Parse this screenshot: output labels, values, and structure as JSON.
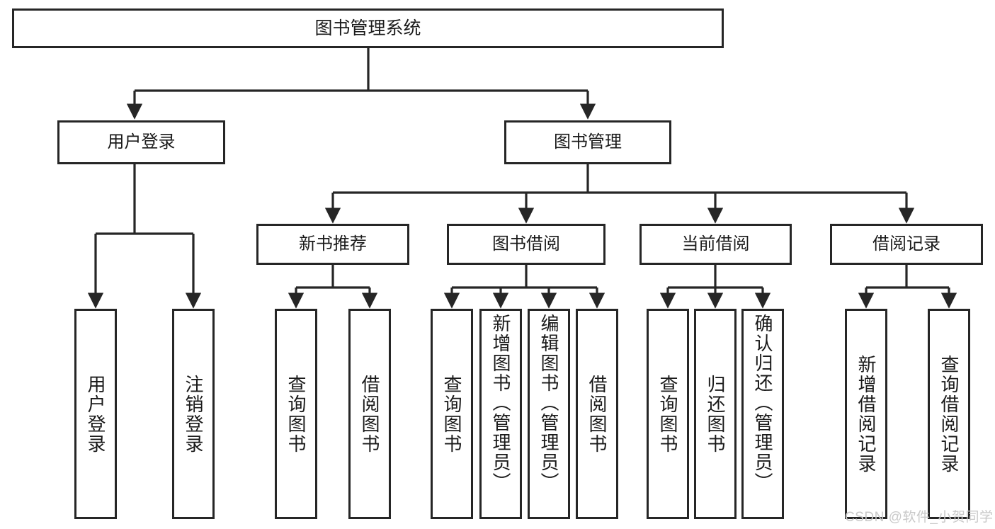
{
  "diagram": {
    "title": "图书管理系统",
    "type": "tree",
    "root": {
      "id": "root",
      "label": "图书管理系统"
    },
    "level1": [
      {
        "id": "user-login",
        "label": "用户登录"
      },
      {
        "id": "book-manage",
        "label": "图书管理"
      }
    ],
    "level2": [
      {
        "id": "new-book-rec",
        "label": "新书推荐",
        "parent": "book-manage"
      },
      {
        "id": "book-borrow",
        "label": "图书借阅",
        "parent": "book-manage"
      },
      {
        "id": "current-borrow",
        "label": "当前借阅",
        "parent": "book-manage"
      },
      {
        "id": "borrow-record",
        "label": "借阅记录",
        "parent": "book-manage"
      }
    ],
    "leaves": [
      {
        "id": "leaf-user-login",
        "label": "用户登录",
        "parent": "user-login"
      },
      {
        "id": "leaf-user-logout",
        "label": "注销登录",
        "parent": "user-login"
      },
      {
        "id": "leaf-rec-query-book",
        "label": "查询图书",
        "parent": "new-book-rec"
      },
      {
        "id": "leaf-rec-borrow-book",
        "label": "借阅图书",
        "parent": "new-book-rec"
      },
      {
        "id": "leaf-borrow-query-book",
        "label": "查询图书",
        "parent": "book-borrow"
      },
      {
        "id": "leaf-borrow-add-book",
        "label": "新增图书（管理员）",
        "parent": "book-borrow"
      },
      {
        "id": "leaf-borrow-edit-book",
        "label": "编辑图书（管理员）",
        "parent": "book-borrow"
      },
      {
        "id": "leaf-borrow-borrow-book",
        "label": "借阅图书",
        "parent": "book-borrow"
      },
      {
        "id": "leaf-current-query-book",
        "label": "查询图书",
        "parent": "current-borrow"
      },
      {
        "id": "leaf-current-return-book",
        "label": "归还图书",
        "parent": "current-borrow"
      },
      {
        "id": "leaf-current-confirm-return",
        "label": "确认归还（管理员）",
        "parent": "current-borrow"
      },
      {
        "id": "leaf-record-add",
        "label": "新增借阅记录",
        "parent": "borrow-record"
      },
      {
        "id": "leaf-record-query",
        "label": "查询借阅记录",
        "parent": "borrow-record"
      }
    ]
  },
  "watermark": {
    "text": "CSDN @软件_小贺同学"
  },
  "colors": {
    "stroke": "#262626",
    "background": "#ffffff",
    "text": "#1a1a1a",
    "watermark": "#c9c9c9"
  }
}
